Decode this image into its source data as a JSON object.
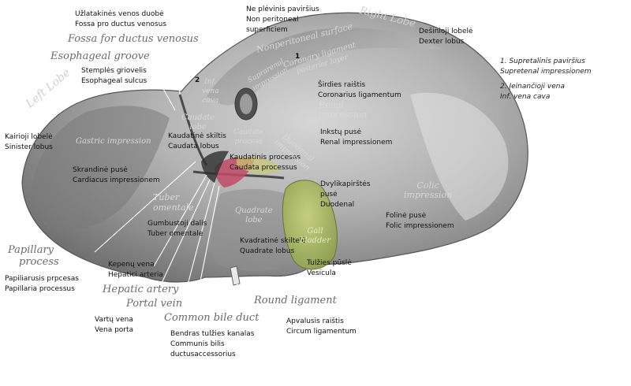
{
  "labels": {
    "fossa_lt": "Užlatakinės venos duobė",
    "fossa_la": "Fossa pro ductus venosus",
    "fossa_en": "Fossa for ductus venosus",
    "esophageal_en": "Esophageal groove",
    "esophageal_lt": "Stemplės griovelis",
    "esophageal_la": "Esophageal sulcus",
    "left_lobe_en": "Left Lobe",
    "left_lobe_lt": "Kairioji lobelė",
    "left_lobe_la": "Sinister lobus",
    "gastric_en": "Gastric impression",
    "gastric_lt": "Skrandinė pusė",
    "gastric_la": "Cardiacus impressionem",
    "nonperit_lt": "Ne plėvinis paviršius",
    "nonperit_la1": "Non peritoneal",
    "nonperit_la2": "superficiem",
    "nonperit_en": "Nonperitoneal surface",
    "right_lobe_en": "Right Lobe",
    "right_lobe_lt": "Dešinioji lobelė",
    "right_lobe_la": "Dexter lobus",
    "coronary_en1": "Coronary ligament",
    "coronary_en2": "posterior layer",
    "suprarenal_en1": "Suprarenal",
    "suprarenal_en2": "impression",
    "inf_vena_cava_en1": "Inf.",
    "inf_vena_cava_en2": "vena",
    "inf_vena_cava_en3": "cava",
    "num1": "1",
    "num2": "2",
    "coronary_lt": "Širdies raištis",
    "coronary_la": "Coronarius ligamentum",
    "renal_en1": "Renal",
    "renal_en2": "impression",
    "renal_lt": "Inkstų pusė",
    "renal_la": "Renal impressionem",
    "caudate_en1": "Caudate",
    "caudate_en2": "lobe",
    "caudate_lt": "Kaudatinė skiltis",
    "caudate_la": "Caudata lobus",
    "caudate_proc_en1": "Caudate",
    "caudate_proc_en2": "process",
    "caudate_proc_lt": "Kaudatinis procesas",
    "caudate_proc_la": "Caudata processus",
    "duodenal_en1": "Duodenal",
    "duodenal_en2": "impression",
    "duodenal_lt1": "Dvylikapirštės",
    "duodenal_lt2": "pusė",
    "duodenal_la": "Duodenal",
    "colic_en1": "Colic",
    "colic_en2": "impression",
    "colic_lt": "Folinė pusė",
    "colic_la": "Folic impressionem",
    "tuber_en1": "Tuber",
    "tuber_en2": "omentale",
    "tuber_lt": "Gumbustoji dalis",
    "tuber_la": "Tuber omentale",
    "quadrate_en1": "Quadrate",
    "quadrate_en2": "lobe",
    "quadrate_lt": "Kvadratinė skiltelė",
    "quadrate_la": "Quadrate lobus",
    "gall_en1": "Gall",
    "gall_en2": "bladder",
    "gall_lt": "Tulžies pūslė",
    "gall_la": "Vesicula",
    "papillary_en1": "Papillary",
    "papillary_en2": "process",
    "papillary_lt": "Papiliarusis prpcesas",
    "papillary_la": "Papillaria processus",
    "hepatic_lt1": "Kepenų vena",
    "hepatic_lt2": "Hepatici arteria",
    "hepatic_artery_en": "Hepatic artery",
    "portal_vein_en": "Portal vein",
    "common_bile_en": "Common bile duct",
    "round_lig_en": "Round ligament",
    "portal_lt": "Vartų vena",
    "portal_la": "Vena porta",
    "bile_lt": "Bendras tulžies kanalas",
    "bile_la1": "Communis bilis",
    "bile_la2": "ductusaccessorius",
    "round_lt": "Apvalusis raištis",
    "round_la": "Circum ligamentum"
  },
  "notes": {
    "n1_lt": "1. Supretalinis paviršius",
    "n1_la": "Supretenal impressionem",
    "n2_lt": "2. Įeinančioji vena",
    "n2_la": "Inf. vena cava"
  },
  "colors": {
    "liver": "#9a9a9a",
    "liver_light": "#d9d9d9",
    "gall_bladder": "#a8b86a",
    "caudate_process": "#c04a66",
    "leader_line": "#ffffff"
  }
}
